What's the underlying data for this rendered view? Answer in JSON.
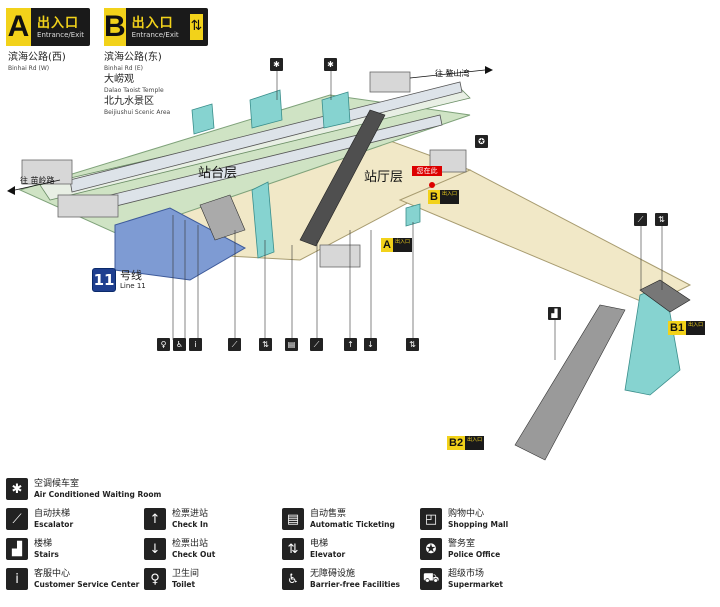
{
  "exits": {
    "a": {
      "letter": "A",
      "cn": "出入口",
      "en": "Entrance/Exit"
    },
    "b": {
      "letter": "B",
      "cn": "出入口",
      "en": "Entrance/Exit"
    }
  },
  "destinations_a": [
    {
      "cn": "滨海公路(西)",
      "en": "Binhai Rd (W)"
    }
  ],
  "destinations_b": [
    {
      "cn": "滨海公路(东)",
      "en": "Binhai Rd (E)"
    },
    {
      "cn": "大崂观",
      "en": "Dalao Taoist Temple"
    },
    {
      "cn": "北九水景区",
      "en": "Beijiushui Scenic Area"
    }
  ],
  "map": {
    "platform_level": "站台层",
    "concourse_level": "站厅层",
    "dir_right": "往 鳌山湾",
    "dir_left": "往 苗岭路",
    "you_are_here": "您在此",
    "line_num": "11",
    "line_cn": "号线",
    "line_en": "Line 11",
    "exit_labels": {
      "b": {
        "l": "B",
        "t": "出入口"
      },
      "a": {
        "l": "A",
        "t": "出入口"
      },
      "b1": {
        "l": "B1",
        "t": "出入口"
      },
      "b2": {
        "l": "B2",
        "t": "出入口"
      }
    }
  },
  "legend": [
    {
      "icon": "snowflake-icon",
      "cn": "空调候车室",
      "en": "Air Conditioned Waiting Room"
    },
    {
      "icon": "escalator-icon",
      "cn": "自动扶梯",
      "en": "Escalator"
    },
    {
      "icon": "check-in-icon",
      "cn": "检票进站",
      "en": "Check In"
    },
    {
      "icon": "ticket-machine-icon",
      "cn": "自动售票",
      "en": "Automatic Ticketing"
    },
    {
      "icon": "shopping-bag-icon",
      "cn": "购物中心",
      "en": "Shopping Mall"
    },
    {
      "icon": "stairs-icon",
      "cn": "楼梯",
      "en": "Stairs"
    },
    {
      "icon": "check-out-icon",
      "cn": "检票出站",
      "en": "Check Out"
    },
    {
      "icon": "elevator-icon",
      "cn": "电梯",
      "en": "Elevator"
    },
    {
      "icon": "police-icon",
      "cn": "警务室",
      "en": "Police Office"
    },
    {
      "icon": "service-center-icon",
      "cn": "客服中心",
      "en": "Customer Service Center"
    },
    {
      "icon": "toilet-icon",
      "cn": "卫生间",
      "en": "Toilet"
    },
    {
      "icon": "wheelchair-icon",
      "cn": "无障碍设施",
      "en": "Barrier-free Facilities"
    },
    {
      "icon": "cart-icon",
      "cn": "超级市场",
      "en": "Supermarket"
    }
  ],
  "colors": {
    "exit_yellow": "#f2d21a",
    "platform_green": "#cfe3c4",
    "concourse_beige": "#f1e8c7",
    "elevator_teal": "#86d3d0",
    "line_blue": "#1f3f8f"
  }
}
